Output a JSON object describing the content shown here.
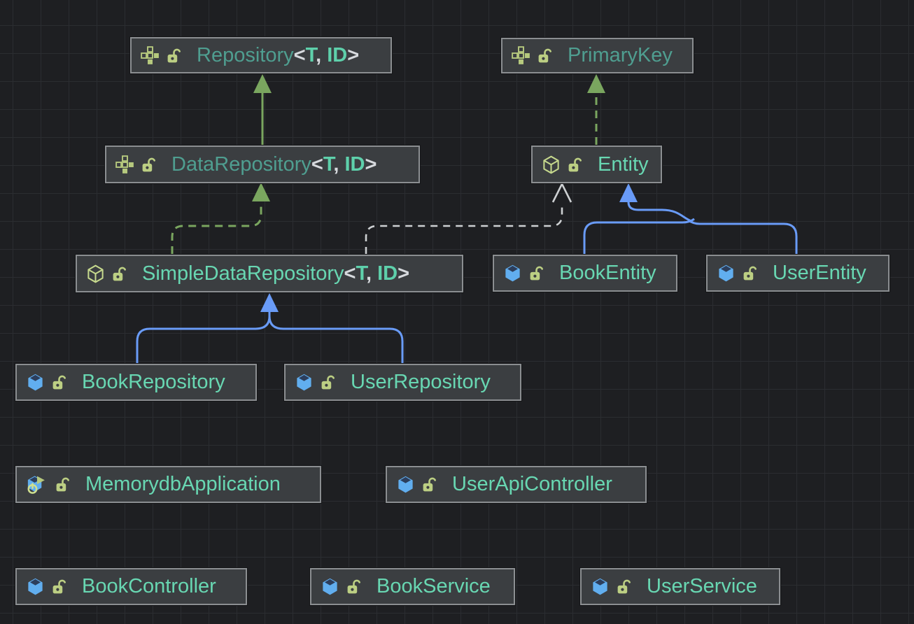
{
  "diagram": {
    "tool": "uml-class-diagram",
    "background_color": "#1e1f22",
    "grid_color": "#2b2d31",
    "node_background": "#3b3e41",
    "node_border_color": "#8b8e91",
    "interface_name_color": "#4f9e90",
    "class_name_color": "#68d7b2",
    "generic_bracket_color": "#d7dade",
    "generic_type_color": "#5ed0ab",
    "edge_colors": {
      "extends_blue": "#699bf7",
      "inheritance_green": "#7aa65f",
      "dependency_gray": "#cdd0d2"
    },
    "icon_colors": {
      "interface_icon": "#b6c97e",
      "lock_icon": "#bccf83",
      "class_cube_blue": "#61aeef",
      "abstract_cube_outline": "#c6d98d"
    }
  },
  "nodes": {
    "repository": {
      "name": "Repository",
      "kind": "interface",
      "visibility": "public-unlocked",
      "generic": [
        {
          "text": "<",
          "role": "bracket"
        },
        {
          "text": "T",
          "role": "type"
        },
        {
          "text": ", ",
          "role": "bracket"
        },
        {
          "text": "ID",
          "role": "type"
        },
        {
          "text": ">",
          "role": "bracket"
        }
      ]
    },
    "primarykey": {
      "name": "PrimaryKey",
      "kind": "interface",
      "visibility": "public-unlocked",
      "generic": []
    },
    "datarepository": {
      "name": "DataRepository",
      "kind": "interface",
      "visibility": "public-unlocked",
      "generic": [
        {
          "text": "<",
          "role": "bracket"
        },
        {
          "text": "T",
          "role": "type"
        },
        {
          "text": ", ",
          "role": "bracket"
        },
        {
          "text": "ID",
          "role": "type"
        },
        {
          "text": ">",
          "role": "bracket"
        }
      ]
    },
    "entity": {
      "name": "Entity",
      "kind": "abstract-class",
      "visibility": "public-unlocked",
      "generic": []
    },
    "simpledatarepository": {
      "name": "SimpleDataRepository",
      "kind": "abstract-class",
      "visibility": "public-unlocked",
      "generic": [
        {
          "text": "<",
          "role": "bracket"
        },
        {
          "text": "T",
          "role": "type"
        },
        {
          "text": ", ",
          "role": "bracket"
        },
        {
          "text": "ID",
          "role": "type"
        },
        {
          "text": ">",
          "role": "bracket"
        }
      ]
    },
    "bookentity": {
      "name": "BookEntity",
      "kind": "class",
      "visibility": "public-unlocked",
      "generic": []
    },
    "userentity": {
      "name": "UserEntity",
      "kind": "class",
      "visibility": "public-unlocked",
      "generic": []
    },
    "bookrepository": {
      "name": "BookRepository",
      "kind": "class",
      "visibility": "public-unlocked",
      "generic": []
    },
    "userrepository": {
      "name": "UserRepository",
      "kind": "class",
      "visibility": "public-unlocked",
      "generic": []
    },
    "memorydbapplication": {
      "name": "MemorydbApplication",
      "kind": "runnable-class",
      "visibility": "public-unlocked",
      "generic": []
    },
    "userapicontroller": {
      "name": "UserApiController",
      "kind": "class",
      "visibility": "public-unlocked",
      "generic": []
    },
    "bookcontroller": {
      "name": "BookController",
      "kind": "class",
      "visibility": "public-unlocked",
      "generic": []
    },
    "bookservice": {
      "name": "BookService",
      "kind": "class",
      "visibility": "public-unlocked",
      "generic": []
    },
    "userservice": {
      "name": "UserService",
      "kind": "class",
      "visibility": "public-unlocked",
      "generic": []
    }
  },
  "edges": [
    {
      "from": "DataRepository",
      "to": "Repository",
      "style": "solid-green-filled-arrow"
    },
    {
      "from": "Entity",
      "to": "PrimaryKey",
      "style": "dashed-green-filled-arrow"
    },
    {
      "from": "SimpleDataRepository",
      "to": "DataRepository",
      "style": "dashed-green-filled-arrow"
    },
    {
      "from": "SimpleDataRepository",
      "to": "Entity",
      "style": "dashed-gray-open-arrow"
    },
    {
      "from": "BookEntity",
      "to": "Entity",
      "style": "solid-blue-filled-arrow"
    },
    {
      "from": "UserEntity",
      "to": "Entity",
      "style": "solid-blue-filled-arrow"
    },
    {
      "from": "BookRepository",
      "to": "SimpleDataRepository",
      "style": "solid-blue-filled-arrow"
    },
    {
      "from": "UserRepository",
      "to": "SimpleDataRepository",
      "style": "solid-blue-filled-arrow"
    }
  ]
}
